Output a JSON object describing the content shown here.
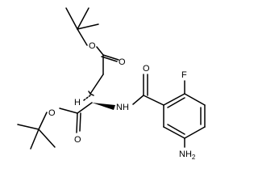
{
  "molecule": {
    "atoms": {
      "ester_top_O": "O",
      "ester_top_carbonyl_O": "O",
      "amide_carbonyl_O": "O",
      "fluorine": "F",
      "stereo_H": "H",
      "amide_NH": "NH",
      "ester_bottom_O": "O",
      "ester_bottom_carbonyl_O": "O",
      "amine_N": "NH",
      "amine_subscript": "2"
    }
  }
}
